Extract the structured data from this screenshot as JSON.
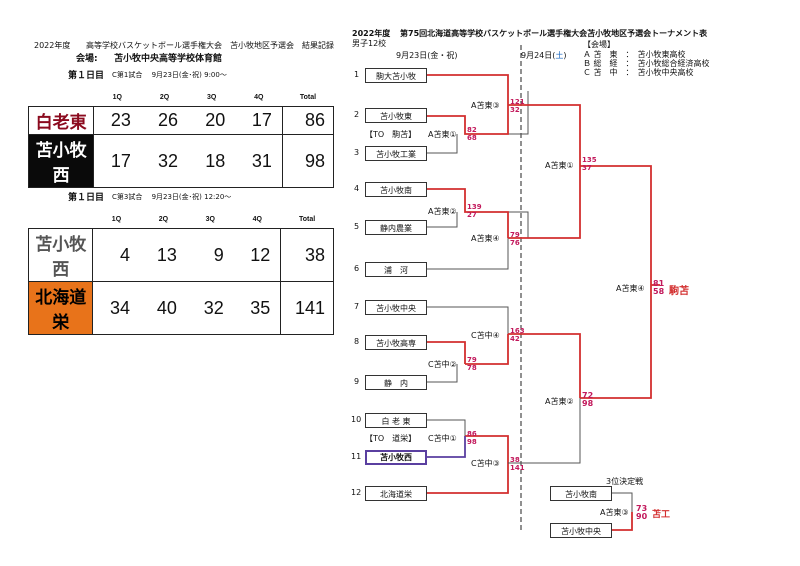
{
  "left": {
    "header_year": "2022年度",
    "header_title": "高等学校バスケットボール選手権大会　苫小牧地区予選会　結果記録",
    "venue_label": "会場:",
    "venue": "苫小牧中央高等学校体育館",
    "games": [
      {
        "day_label": "第１日目",
        "info": "C第1試合　 9月23日(金･祝) 9:00～",
        "quarters": [
          "1Q",
          "2Q",
          "3Q",
          "4Q",
          "Total"
        ],
        "teams": [
          {
            "name": "白老東",
            "scores": [
              "23",
              "26",
              "20",
              "17"
            ],
            "total": "86",
            "bg": "#ffffff",
            "fg": "#8b0a1e"
          },
          {
            "name": "苫小牧西",
            "scores": [
              "17",
              "32",
              "18",
              "31"
            ],
            "total": "98",
            "bg": "#0a0a0a",
            "fg": "#ffffff"
          }
        ]
      },
      {
        "day_label": "第１日目",
        "info": "C第3試合　 9月23日(金･祝) 12:20～",
        "quarters": [
          "1Q",
          "2Q",
          "3Q",
          "4Q",
          "Total"
        ],
        "teams": [
          {
            "name": "苫小牧西",
            "scores": [
              "4",
              "13",
              "9",
              "12"
            ],
            "total": "38",
            "bg": "#ffffff",
            "fg": "#555555"
          },
          {
            "name": "北海道栄",
            "scores": [
              "34",
              "40",
              "32",
              "35"
            ],
            "total": "141",
            "bg": "#e8731a",
            "fg": "#000000"
          }
        ]
      }
    ]
  },
  "right": {
    "title_year": "2022年度",
    "title": "第75回北海道高等学校バスケットボール選手権大会苫小牧地区予選会トーナメント表",
    "subtitle": "男子12校",
    "date1": "9月23日(金・祝)",
    "date2_pre": "9月24日(",
    "date2_day": "土",
    "date2_post": ")",
    "venue_title": "【会場】",
    "venues": [
      "Ａ 苫　東　：　苫小牧東高校",
      "Ｂ 総　経　：　苫小牧総合経済高校",
      "Ｃ 苫　中　：　苫小牧中央高校"
    ],
    "teams": [
      "駒大苫小牧",
      "苫小牧東",
      "苫小牧工業",
      "苫小牧南",
      "静内農業",
      "浦　河",
      "苫小牧中央",
      "苫小牧高専",
      "静　内",
      "白 老 東",
      "苫小牧西",
      "北海道栄"
    ],
    "team_nums": [
      "1",
      "2",
      "3",
      "4",
      "5",
      "6",
      "7",
      "8",
      "9",
      "10",
      "11",
      "12"
    ],
    "to_notes": [
      "【TO　駒苫】",
      "【TO　道栄】"
    ],
    "games": [
      "A苫東③",
      "A苫東①",
      "A苫東②",
      "A苫東④",
      "C苫中④",
      "C苫中②",
      "C苫中①",
      "C苫中③",
      "A苫東①",
      "A苫東②",
      "A苫東④",
      "A苫東③"
    ],
    "scores": {
      "g1": [
        "121",
        "32"
      ],
      "g2": [
        "82",
        "68"
      ],
      "g3": [
        "139",
        "27"
      ],
      "g4": [
        "79",
        "76"
      ],
      "g5": [
        "163",
        "42"
      ],
      "g6": [
        "79",
        "78"
      ],
      "g7": [
        "86",
        "98"
      ],
      "g8": [
        "38",
        "141"
      ],
      "g9": [
        "135",
        "37"
      ],
      "g10": [
        "72",
        "98"
      ],
      "g11": [
        "81",
        "58"
      ],
      "g12": [
        "73",
        "90"
      ]
    },
    "champion": "駒苫",
    "third_title": "3位決定戦",
    "third_teams": [
      "苫小牧南",
      "苫小牧中央"
    ],
    "third_winner": "苫工"
  },
  "colors": {
    "win_line": "#d32f2f",
    "purple": "#5a3fa0",
    "score": "#c2185b"
  }
}
